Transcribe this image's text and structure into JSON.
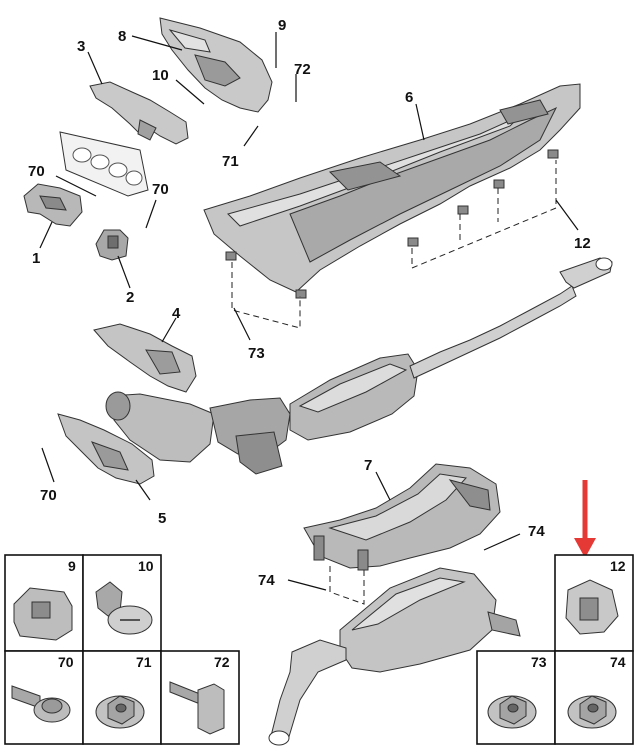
{
  "colors": {
    "part_fill": "#c9c9c9",
    "part_dark": "#8e8e8e",
    "part_light": "#e4e4e4",
    "arrow": "#e53935",
    "line": "#111111"
  },
  "callouts": {
    "c1": "1",
    "c2": "2",
    "c3": "3",
    "c4": "4",
    "c5": "5",
    "c6": "6",
    "c7": "7",
    "c8": "8",
    "c9": "9",
    "c10": "10",
    "c12": "12",
    "c70a": "70",
    "c70b": "70",
    "c70c": "70",
    "c71": "71",
    "c72": "72",
    "c73": "73",
    "c74a": "74",
    "c74b": "74"
  },
  "detail_boxes": [
    {
      "ref": "9",
      "icon": "bracket-clip-icon"
    },
    {
      "ref": "10",
      "icon": "push-rivet-icon"
    },
    {
      "ref": "70",
      "icon": "flange-bolt-icon"
    },
    {
      "ref": "71",
      "icon": "flange-nut-icon"
    },
    {
      "ref": "72",
      "icon": "stud-clip-icon"
    },
    {
      "ref": "12",
      "icon": "spring-clip-icon"
    },
    {
      "ref": "73",
      "icon": "flange-nut-icon"
    },
    {
      "ref": "74",
      "icon": "flange-nut-icon"
    }
  ]
}
